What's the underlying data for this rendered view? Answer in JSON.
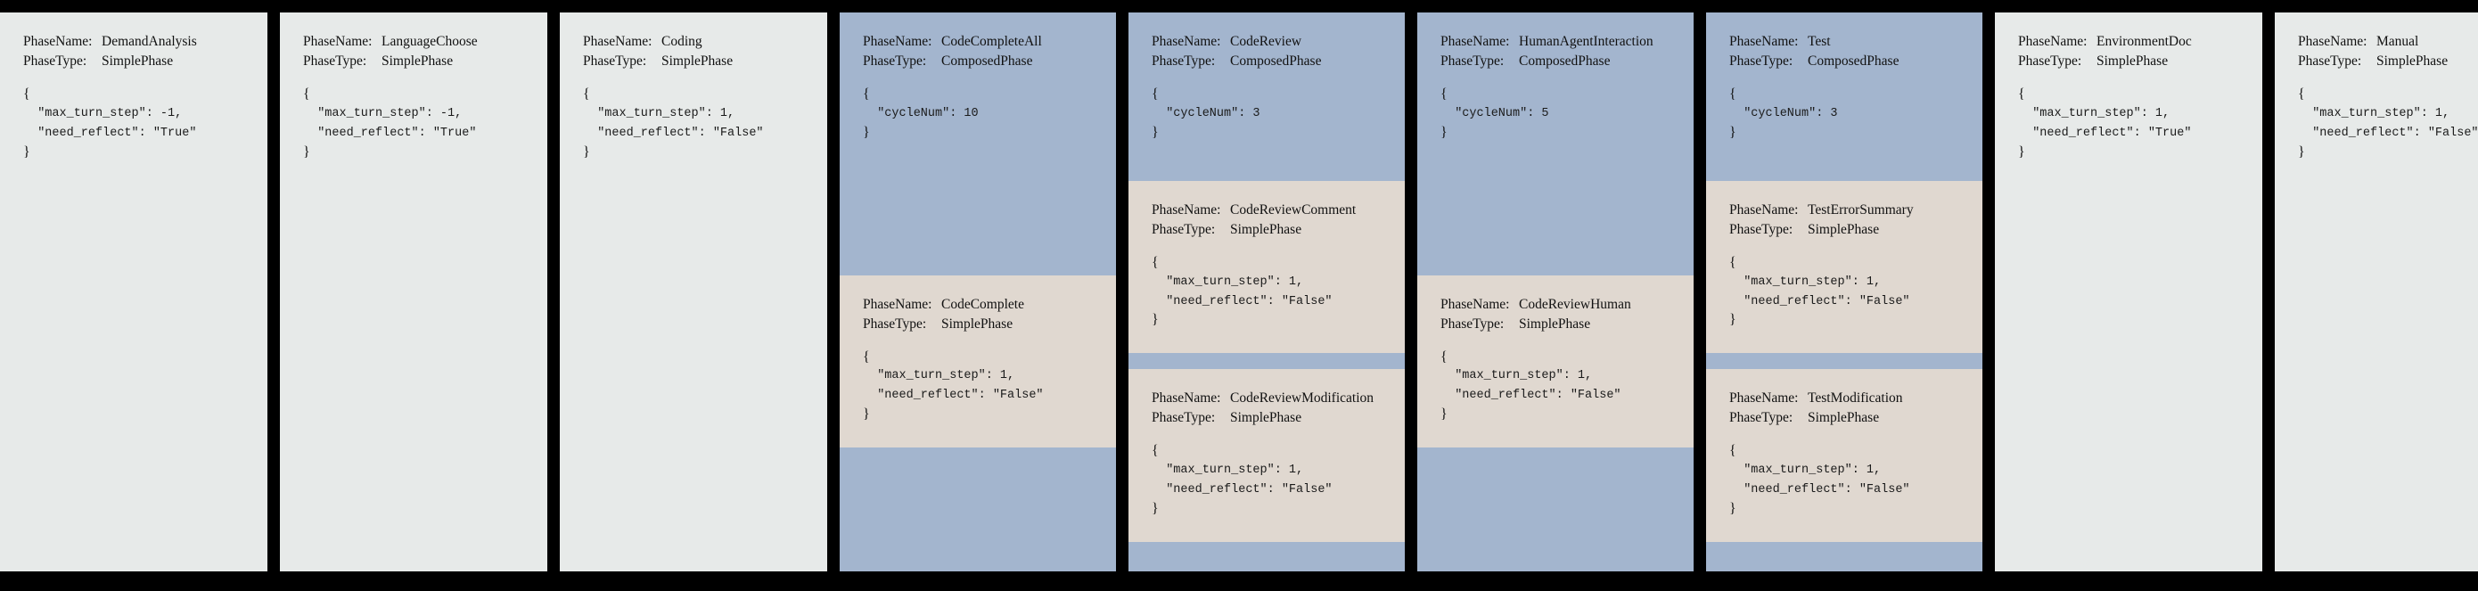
{
  "meta": {
    "name_label": "PhaseName:",
    "type_label": "PhaseType:",
    "open_brace": "{",
    "close_brace": "}"
  },
  "colors": {
    "frame": "#000000",
    "simple_phase_bg": "#e7eae9",
    "composed_phase_bg": "#a3b5ce",
    "sub_phase_bg": "#e0d8d0",
    "text": "#111111"
  },
  "phases": [
    {
      "name": "DemandAnalysis",
      "type": "SimplePhase",
      "config_lines": [
        "  \"max_turn_step\": -1,",
        "  \"need_reflect\": \"True\""
      ],
      "children": []
    },
    {
      "name": "LanguageChoose",
      "type": "SimplePhase",
      "config_lines": [
        "  \"max_turn_step\": -1,",
        "  \"need_reflect\": \"True\""
      ],
      "children": []
    },
    {
      "name": "Coding",
      "type": "SimplePhase",
      "config_lines": [
        "  \"max_turn_step\": 1,",
        "  \"need_reflect\": \"False\""
      ],
      "children": []
    },
    {
      "name": "CodeCompleteAll",
      "type": "ComposedPhase",
      "config_lines": [
        "  \"cycleNum\": 10"
      ],
      "children": [
        {
          "name": "CodeComplete",
          "type": "SimplePhase",
          "config_lines": [
            "  \"max_turn_step\": 1,",
            "  \"need_reflect\": \"False\""
          ]
        }
      ]
    },
    {
      "name": "CodeReview",
      "type": "ComposedPhase",
      "config_lines": [
        "  \"cycleNum\": 3"
      ],
      "children": [
        {
          "name": "CodeReviewComment",
          "type": "SimplePhase",
          "config_lines": [
            "  \"max_turn_step\": 1,",
            "  \"need_reflect\": \"False\""
          ]
        },
        {
          "name": "CodeReviewModification",
          "type": "SimplePhase",
          "config_lines": [
            "  \"max_turn_step\": 1,",
            "  \"need_reflect\": \"False\""
          ]
        }
      ]
    },
    {
      "name": "HumanAgentInteraction",
      "type": "ComposedPhase",
      "config_lines": [
        "  \"cycleNum\": 5"
      ],
      "children": [
        {
          "name": "CodeReviewHuman",
          "type": "SimplePhase",
          "config_lines": [
            "  \"max_turn_step\": 1,",
            "  \"need_reflect\": \"False\""
          ]
        }
      ]
    },
    {
      "name": "Test",
      "type": "ComposedPhase",
      "config_lines": [
        "  \"cycleNum\": 3"
      ],
      "children": [
        {
          "name": "TestErrorSummary",
          "type": "SimplePhase",
          "config_lines": [
            "  \"max_turn_step\": 1,",
            "  \"need_reflect\": \"False\""
          ]
        },
        {
          "name": "TestModification",
          "type": "SimplePhase",
          "config_lines": [
            "  \"max_turn_step\": 1,",
            "  \"need_reflect\": \"False\""
          ]
        }
      ]
    },
    {
      "name": "EnvironmentDoc",
      "type": "SimplePhase",
      "config_lines": [
        "  \"max_turn_step\": 1,",
        "  \"need_reflect\": \"True\""
      ],
      "children": []
    },
    {
      "name": "Manual",
      "type": "SimplePhase",
      "config_lines": [
        "  \"max_turn_step\": 1,",
        "  \"need_reflect\": \"False\""
      ],
      "children": []
    }
  ]
}
